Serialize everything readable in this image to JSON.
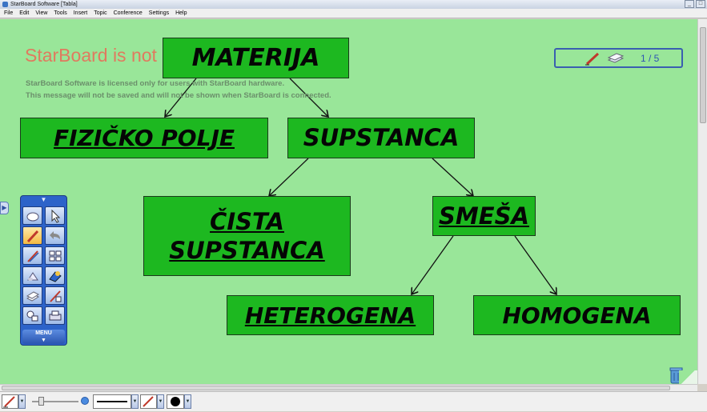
{
  "window": {
    "title": "StarBoard Software [Tabla]",
    "buttons": [
      "_",
      "□"
    ]
  },
  "menu": [
    "File",
    "Edit",
    "View",
    "Tools",
    "Insert",
    "Topic",
    "Conference",
    "Settings",
    "Help"
  ],
  "canvas": {
    "background": "#99e699",
    "notice_title": "StarBoard is not connected.",
    "notice_line1": "StarBoard Software is licensed only for users with StarBoard hardware.",
    "notice_line2": "This message will not be saved and will not be shown when StarBoard is connected.",
    "page_indicator": "1 / 5",
    "boxes": {
      "materija": "MATERIJA",
      "fizicko_polje": "FIZIČKO POLJE",
      "supstanca": "SUPSTANCA",
      "cista_line1": "ČISTA",
      "cista_line2": "SUPSTANCA",
      "smesa": "SMEŠA",
      "heterogena": "HETEROGENA",
      "homogena": "HOMOGENA"
    },
    "box_color": "#1db820"
  },
  "toolbox": {
    "menu_label": "MENU"
  }
}
